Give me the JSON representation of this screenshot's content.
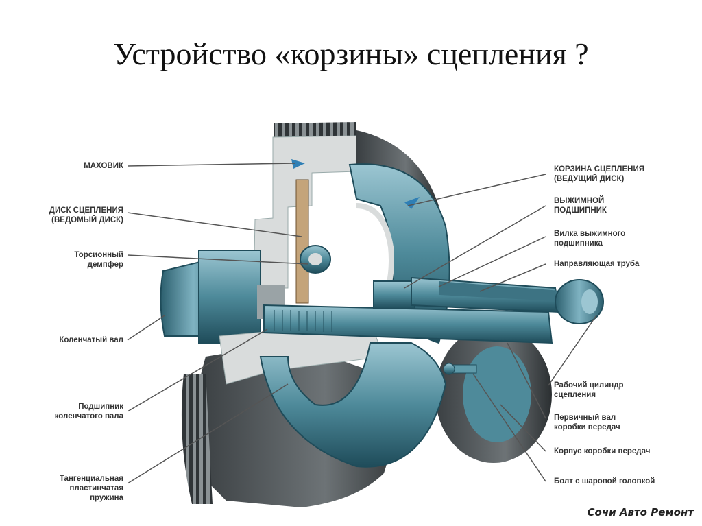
{
  "title": "Устройство «корзины» сцепления ?",
  "labels": [
    {
      "id": "flywheel",
      "text": "МАХОВИК"
    },
    {
      "id": "clutch-disc",
      "text": "ДИСК СЦЕПЛЕНИЯ\n(ВЕДОМЫЙ ДИСК)"
    },
    {
      "id": "torsion-damper",
      "text": "Торсионный\nдемпфер"
    },
    {
      "id": "crankshaft",
      "text": "Коленчатый вал"
    },
    {
      "id": "crankshaft-bearing",
      "text": "Подшипник\nколенчатого вала"
    },
    {
      "id": "tangential-spring",
      "text": "Тангенциальная\nпластинчатая\nпружина"
    },
    {
      "id": "clutch-basket",
      "text": "КОРЗИНА СЦЕПЛЕНИЯ\n(ВЕДУЩИЙ ДИСК)"
    },
    {
      "id": "release-bearing",
      "text": "ВЫЖИМНОЙ\nПОДШИПНИК"
    },
    {
      "id": "release-fork",
      "text": "Вилка выжимного\nподшипника"
    },
    {
      "id": "guide-tube",
      "text": "Направляющая труба"
    },
    {
      "id": "slave-cylinder",
      "text": "Рабочий цилиндр\nсцепления"
    },
    {
      "id": "input-shaft",
      "text": "Первичный вал\nкоробки передач"
    },
    {
      "id": "gearbox-housing",
      "text": "Корпус коробки передач"
    },
    {
      "id": "ball-bolt",
      "text": "Болт с шаровой головкой"
    }
  ],
  "watermark": "Сочи Авто Ремонт",
  "colors": {
    "steel": "#4e8a9a",
    "steel_dark": "#1f4c5a",
    "steel_light": "#9cc6d2",
    "cut_face": "#d9dcdc",
    "leader": "#555555"
  }
}
